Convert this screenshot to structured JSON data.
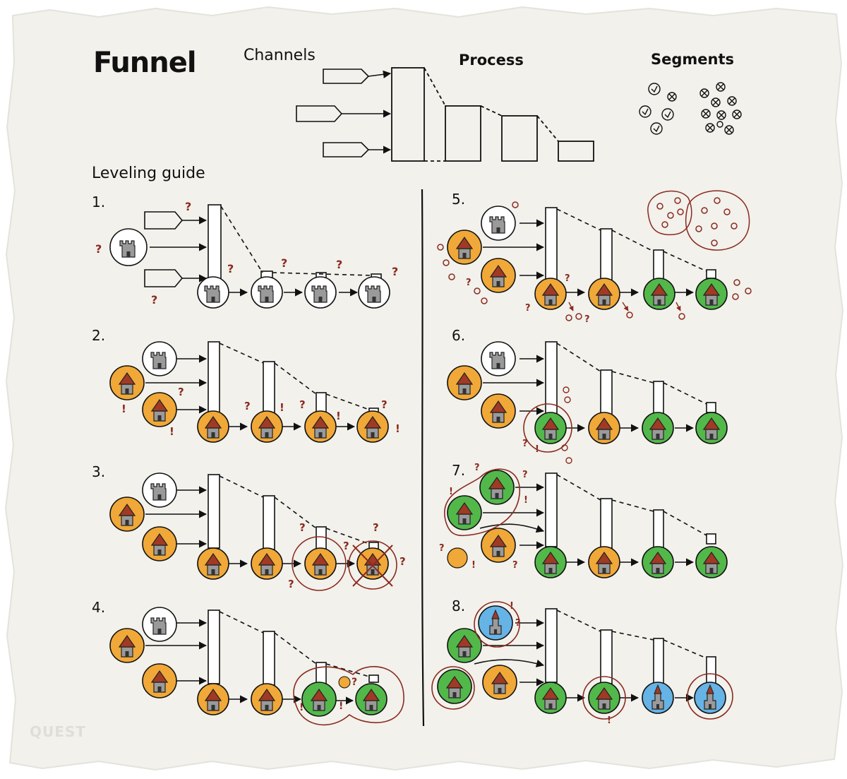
{
  "header": {
    "title": "Funnel",
    "channels_label": "Channels",
    "process_label": "Process",
    "segments_label": "Segments"
  },
  "guide_label": "Leveling guide",
  "steps": [
    {
      "num": "1.",
      "marks": "?"
    },
    {
      "num": "2.",
      "marks": "? !"
    },
    {
      "num": "3.",
      "marks": "?"
    },
    {
      "num": "4.",
      "marks": "? !"
    },
    {
      "num": "5.",
      "marks": "?"
    },
    {
      "num": "6.",
      "marks": "? !"
    },
    {
      "num": "7.",
      "marks": "? !"
    },
    {
      "num": "8.",
      "marks": "? !"
    }
  ],
  "logo_text": "QUEST",
  "colors": {
    "paper": "#f2f1ec",
    "ink": "#111111",
    "orange": "#f0a838",
    "green": "#52b84a",
    "blue": "#66b3e6",
    "white": "#ffffff",
    "accent": "#8b2a1e"
  },
  "icons": [
    "tower-icon",
    "arrow-icon",
    "question-mark-icon",
    "exclamation-mark-icon",
    "check-icon",
    "cross-icon"
  ]
}
